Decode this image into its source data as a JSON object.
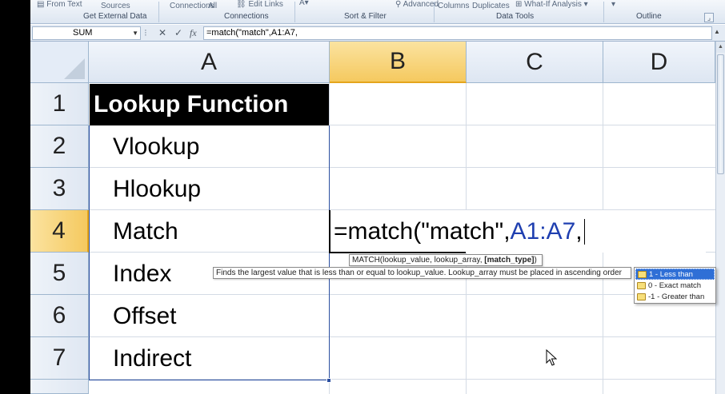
{
  "ribbon": {
    "from_text": "From Text",
    "sources": "Sources",
    "connections": "Connections",
    "all": "All",
    "edit_links": "Edit Links",
    "sort_icon_label": "A▾",
    "advanced": "Advanced",
    "columns": "Columns",
    "duplicates": "Duplicates",
    "what_if": "What-If Analysis",
    "groups": {
      "get_external_data": "Get External Data",
      "connections": "Connections",
      "sort_filter": "Sort & Filter",
      "data_tools": "Data Tools",
      "outline": "Outline"
    }
  },
  "formula_bar": {
    "name_box": "SUM",
    "cancel_icon": "✕",
    "enter_icon": "✓",
    "fx_icon": "fx",
    "formula": "=match(\"match\",A1:A7,"
  },
  "columns": [
    "A",
    "B",
    "C",
    "D"
  ],
  "rows": [
    "1",
    "2",
    "3",
    "4",
    "5",
    "6",
    "7"
  ],
  "cells": {
    "a1": "Lookup Function",
    "a2": "Vlookup",
    "a3": "Hlookup",
    "a4": "Match",
    "a5": "Index",
    "a6": "Offset",
    "a7": "Indirect"
  },
  "editing": {
    "prefix": "=match(\"match\",",
    "ref": "A1:A7",
    "suffix": ","
  },
  "tooltip": {
    "syntax_prefix": "MATCH(lookup_value, lookup_array, ",
    "syntax_current": "[match_type]",
    "syntax_suffix": ")",
    "description": "Finds the largest value that is less than or equal to lookup_value. Lookup_array must be placed in ascending order"
  },
  "autocomplete": {
    "items": [
      "1 - Less than",
      "0 - Exact match",
      "-1 - Greater than"
    ],
    "selected_index": 0
  },
  "colors": {
    "selected_header": "#f5c95f",
    "range_reference": "#1f3fb0",
    "header_cell_bg": "#000000",
    "ac_selected": "#2f6fd6"
  }
}
